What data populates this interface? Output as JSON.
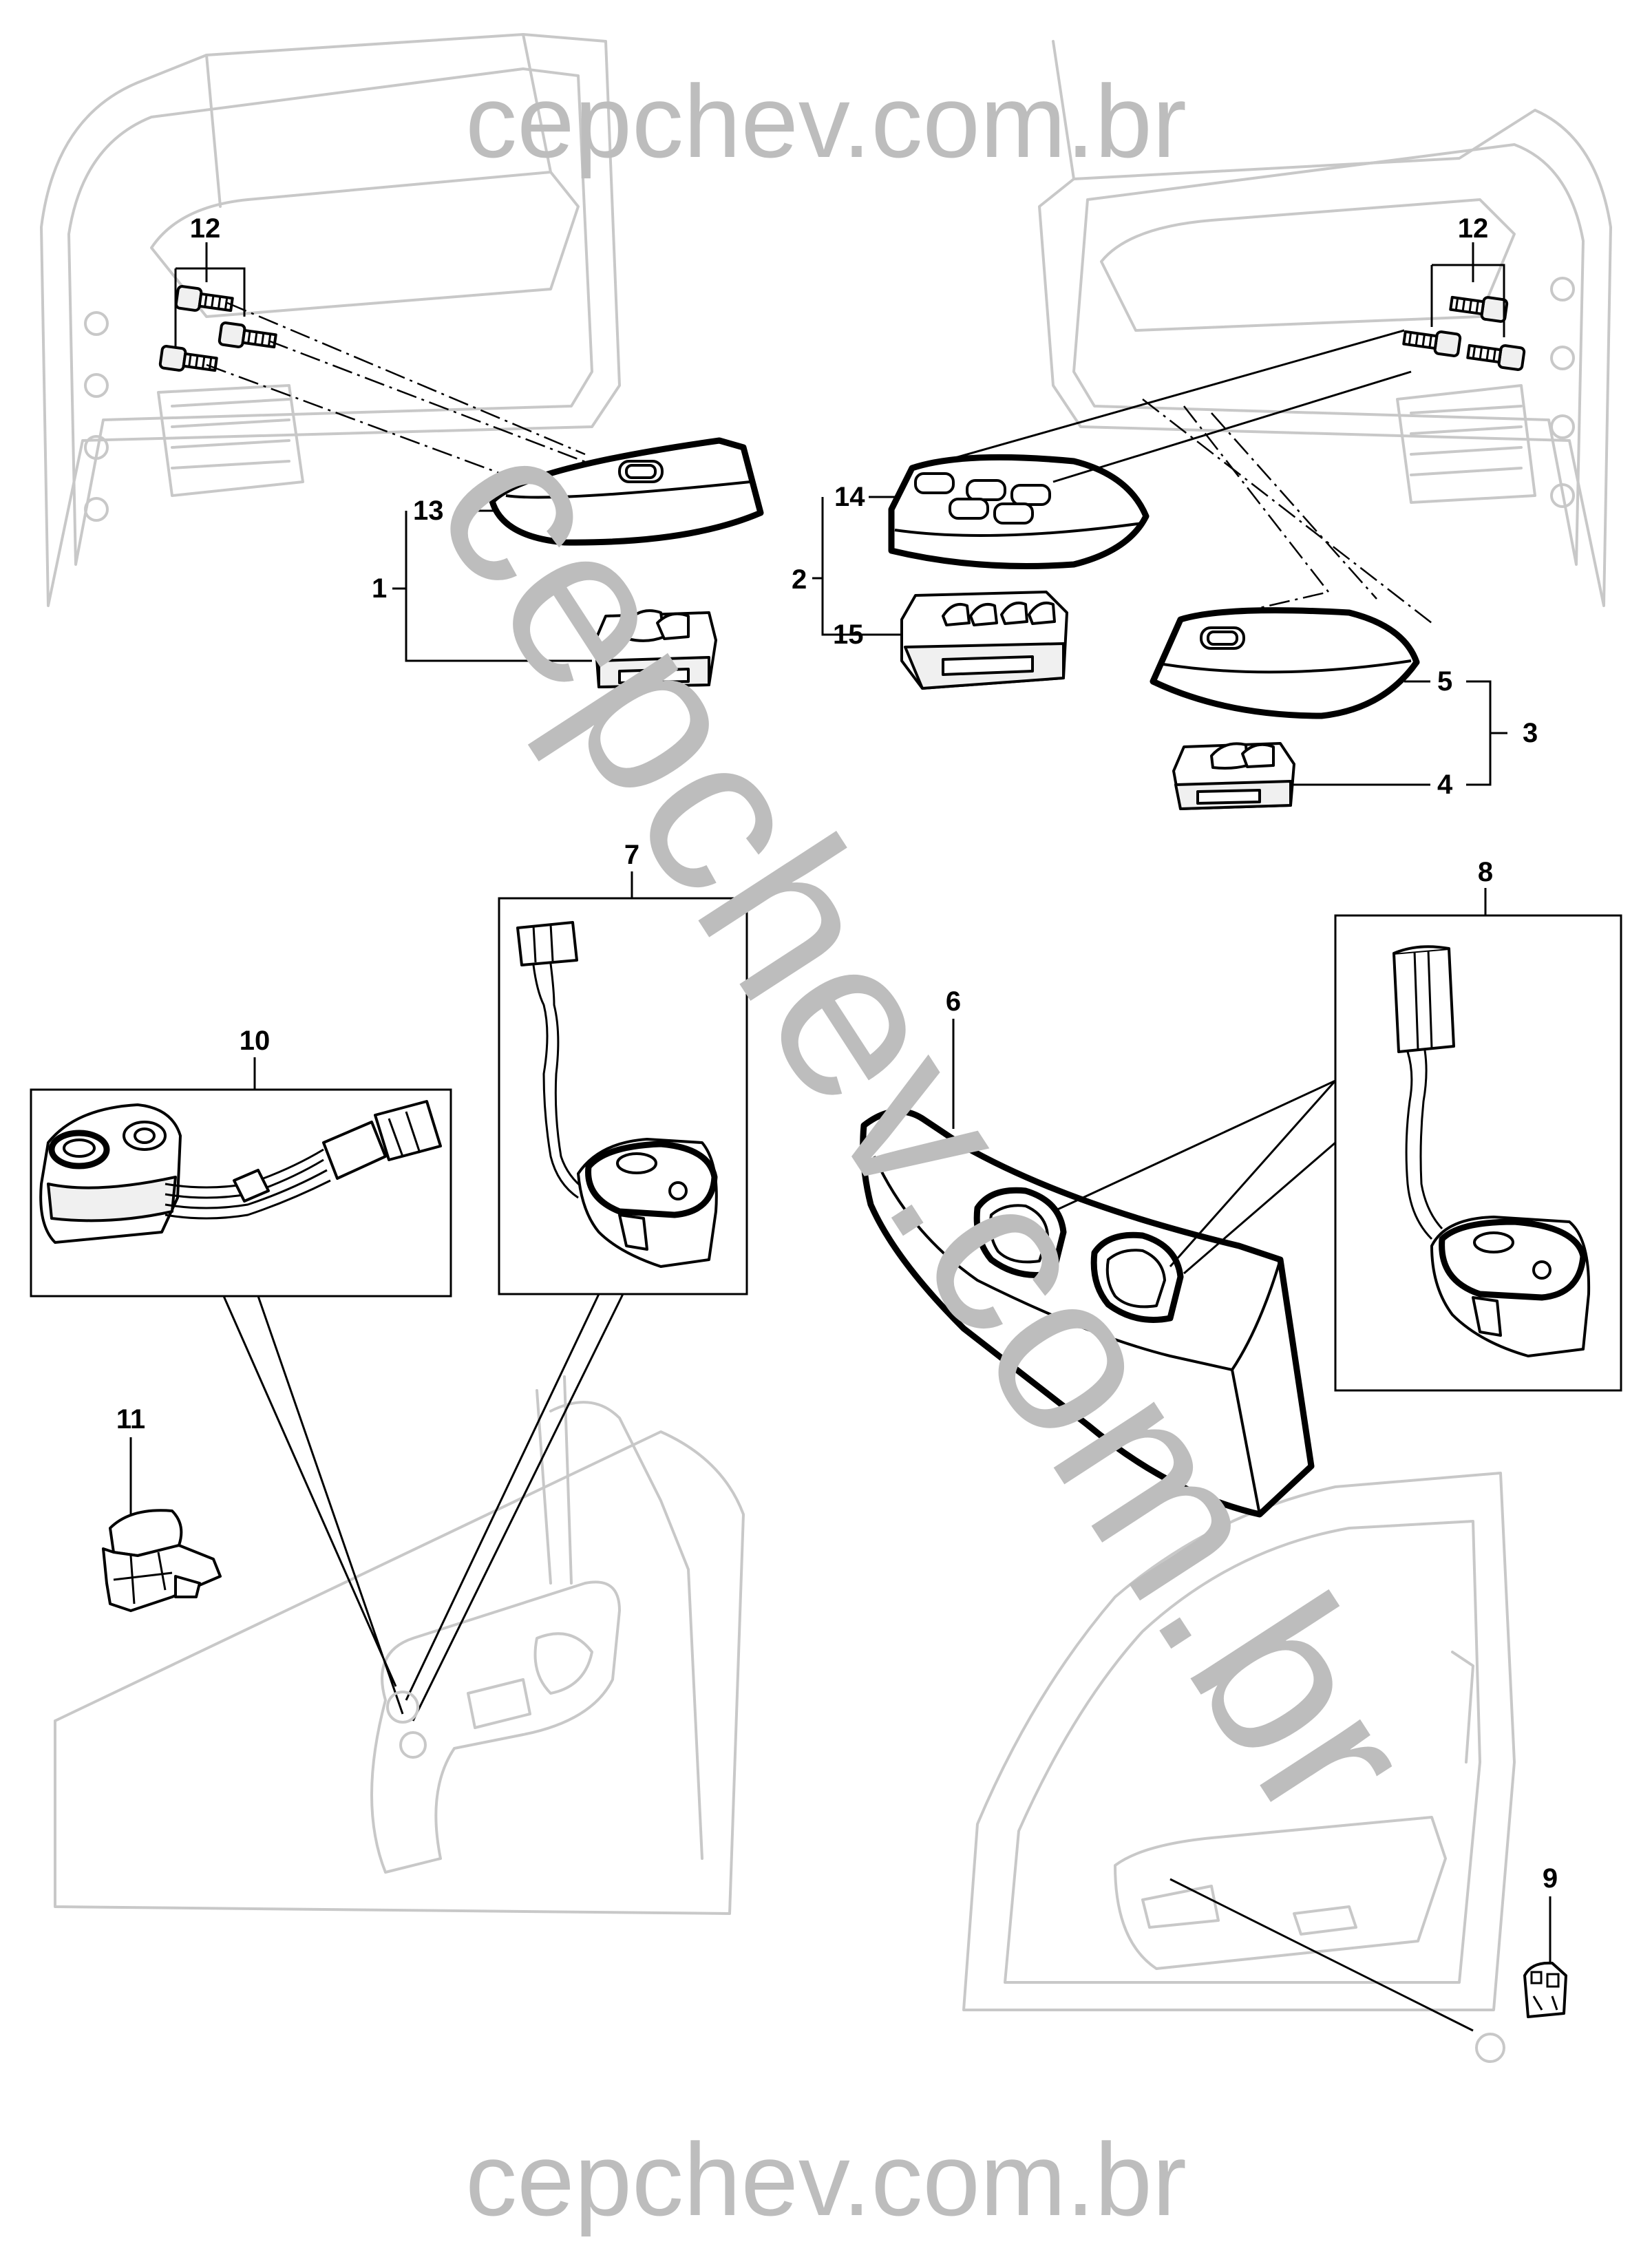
{
  "watermark": {
    "top": "cepchev.com.br",
    "bottom": "cepchev.com.br",
    "diagonal": "cepchev.com.br",
    "color": "#bdbdbd"
  },
  "callouts": {
    "c1": "1",
    "c2": "2",
    "c3": "3",
    "c4": "4",
    "c5": "5",
    "c6": "6",
    "c7": "7",
    "c8": "8",
    "c9": "9",
    "c10": "10",
    "c11": "11",
    "c12_left": "12",
    "c12_right": "12",
    "c13": "13",
    "c14": "14",
    "c15": "15"
  },
  "colors": {
    "line": "#000000",
    "ghost_line": "#c8c8c8",
    "background": "#ffffff"
  }
}
